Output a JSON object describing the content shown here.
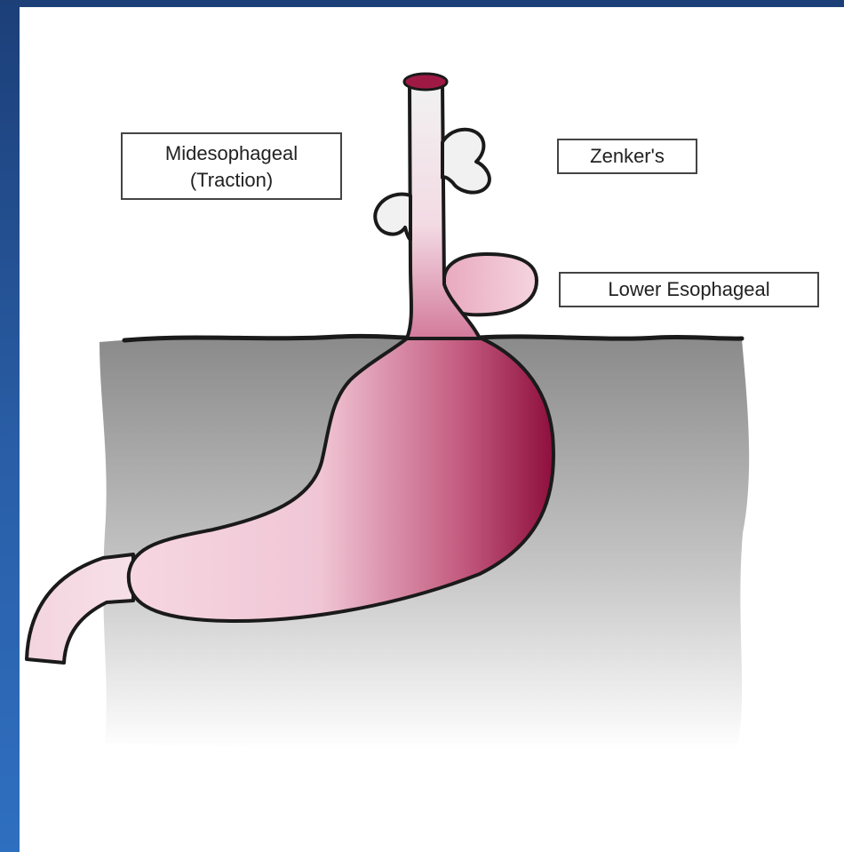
{
  "labels": {
    "midesophageal": [
      "Midesophageal",
      "(Traction)"
    ],
    "zenkers": "Zenker's",
    "lower_esophageal": "Lower Esophageal"
  },
  "colors": {
    "background_blue": "#2a5fa8",
    "stomach_light": "#f2cbd8",
    "stomach_dark": "#9e1a45",
    "tissue_gray": "#8f8f8f",
    "outline": "#1a1a1a"
  }
}
